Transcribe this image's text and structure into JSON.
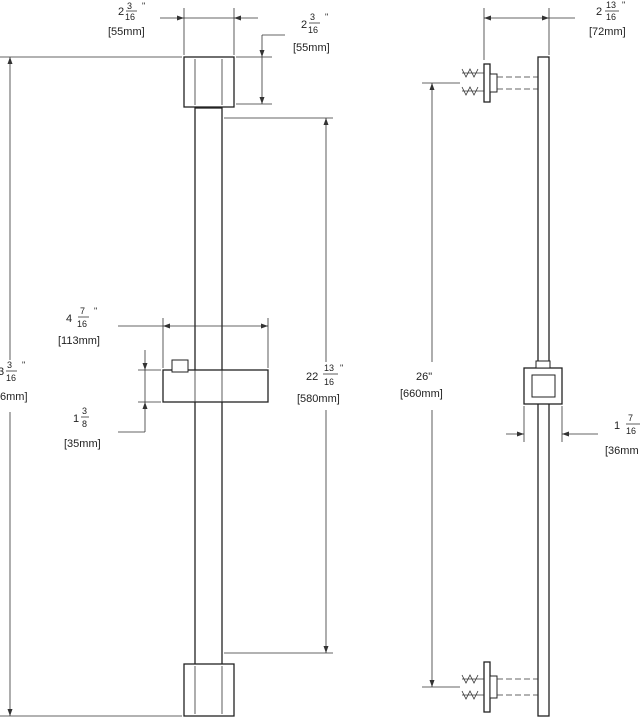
{
  "dimensions": {
    "top_width": {
      "whole": "2",
      "num": "3",
      "den": "16",
      "inch": "\"",
      "metric": "[55mm]"
    },
    "top_height": {
      "whole": "2",
      "num": "3",
      "den": "16",
      "inch": "\"",
      "metric": "[55mm]"
    },
    "overall_left": {
      "whole": "3",
      "num": "3",
      "den": "16",
      "inch": "\"",
      "metric": "6mm]"
    },
    "slider_width": {
      "whole": "4",
      "num": "7",
      "den": "16",
      "inch": "\"",
      "metric": "[113mm]"
    },
    "slider_height": {
      "whole": "1",
      "num": "3",
      "den": "8",
      "inch": "\"",
      "metric": "[35mm]"
    },
    "bar_length": {
      "whole": "22",
      "num": "13",
      "den": "16",
      "inch": "\"",
      "metric": "[580mm]"
    },
    "side_depth": {
      "whole": "2",
      "num": "13",
      "den": "16",
      "inch": "\"",
      "metric": "[72mm]"
    },
    "mount_spacing": {
      "text": "26\"",
      "metric": "[660mm]"
    },
    "side_slider": {
      "whole": "1",
      "num": "7",
      "den": "16",
      "inch": "",
      "metric": "[36mm"
    }
  }
}
